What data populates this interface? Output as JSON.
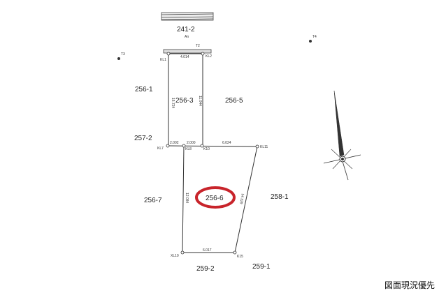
{
  "lots": {
    "road": "241-2",
    "road_sub": "An",
    "l256_1": "256-1",
    "l256_3": "256-3",
    "l256_5": "256-5",
    "l257_2": "257-2",
    "l256_7": "256-7",
    "l256_6": "256-6",
    "l258_1": "258-1",
    "l259_2": "259-2",
    "l259_1": "259-1"
  },
  "points": {
    "t3": "T3",
    "t4": "T4",
    "t2": "T2",
    "kl1": "KL1",
    "kl2": "KL2",
    "kl7": "KL7",
    "kl8": "KL8",
    "k10": "K10",
    "kl11": "KL11",
    "xl10": "XL10",
    "k15": "K15"
  },
  "dimensions": {
    "top": "4.014",
    "left": "15.724",
    "mid": "11.044",
    "seg1": "2.002",
    "seg2": "2.000",
    "seg3": "6.024",
    "inner_left": "12.084",
    "right": "14.329",
    "bottom": "6.017"
  },
  "highlight_color": "#c8242b",
  "note": "図面現況優先"
}
